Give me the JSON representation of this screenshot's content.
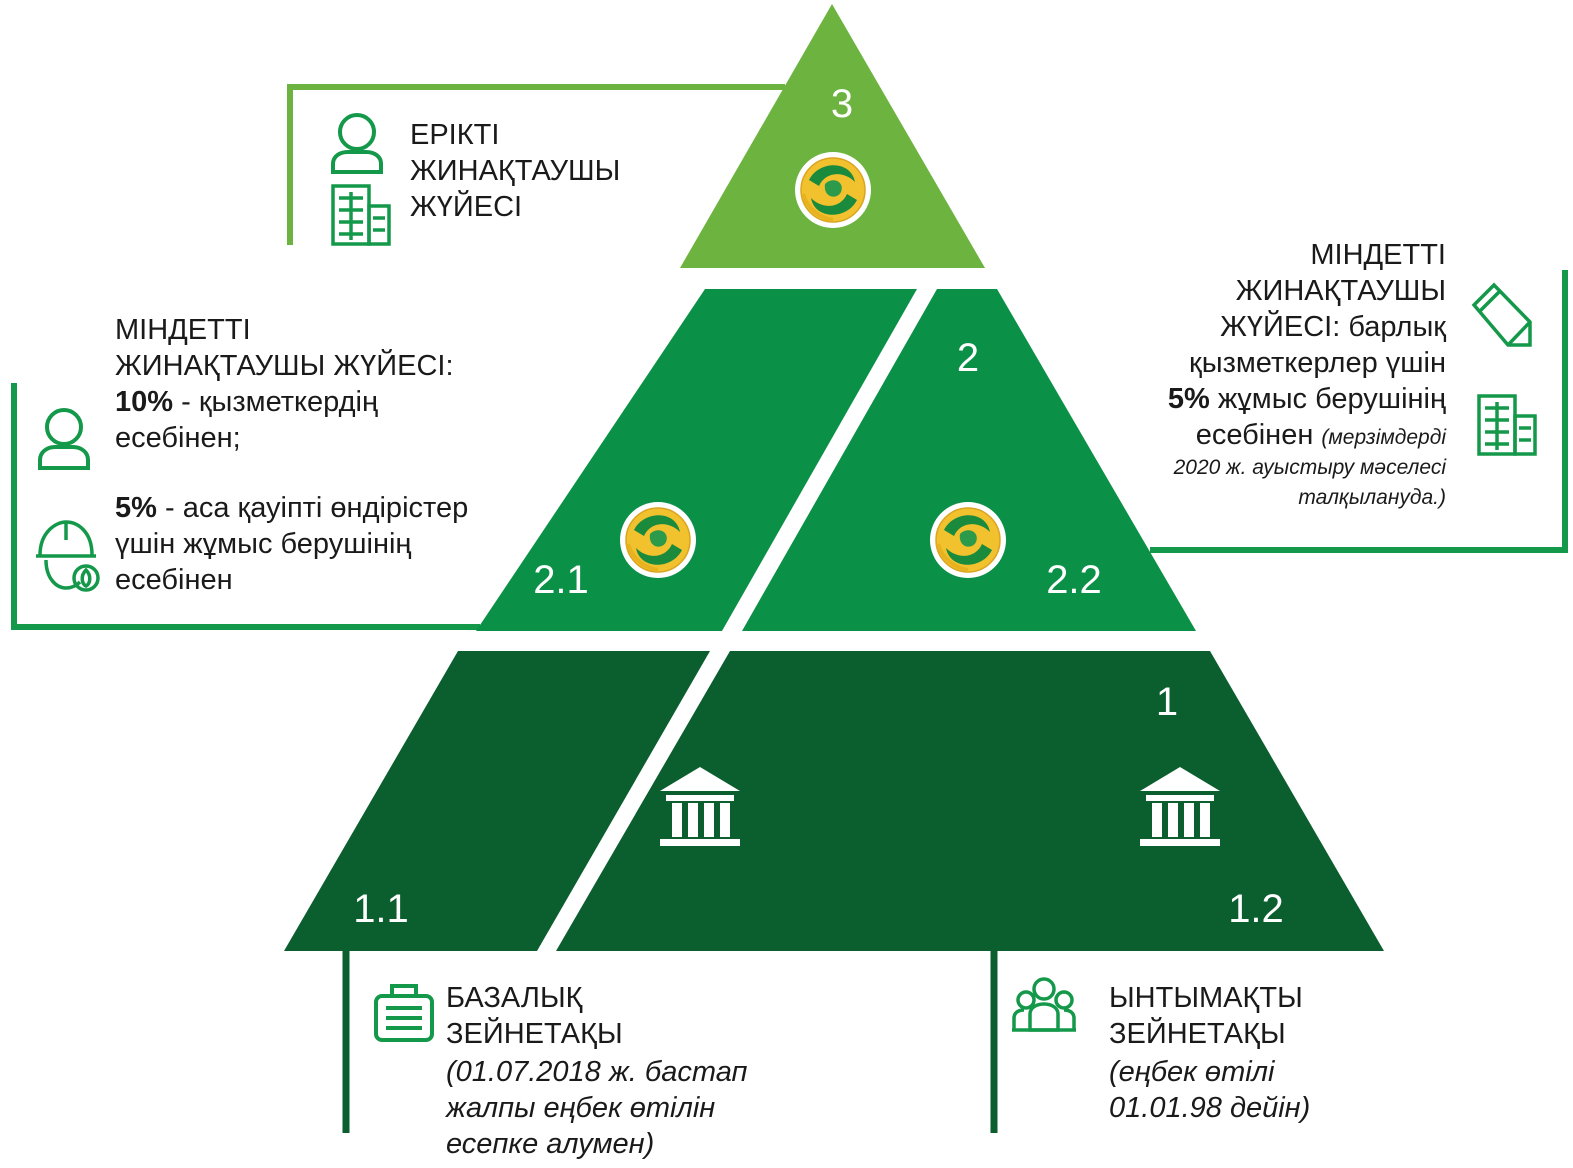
{
  "levels": {
    "level3": {
      "number": "3",
      "title_lines": [
        "ЕРІКТІ",
        "ЖИНАҚТАУШЫ",
        "ЖҮЙЕСІ"
      ]
    },
    "level2": {
      "number": "2",
      "sub_left": "2.1",
      "sub_right": "2.2"
    },
    "level1": {
      "number": "1",
      "sub_left": "1.1",
      "sub_right": "1.2"
    }
  },
  "left_block": {
    "line1": "МІНДЕТТІ",
    "line2": "ЖИНАҚТАУШЫ ЖҮЙЕСІ:",
    "p1_bold": "10%",
    "p1_rest": " - қызметкердің",
    "p1_line2": "есебінен;",
    "p2_bold": "5%",
    "p2_rest": " - аса қауіпті өндірістер",
    "p2_line2": "үшін жұмыс берушінің",
    "p2_line3": "есебінен"
  },
  "right_block": {
    "line1": "МІНДЕТТІ",
    "line2": "ЖИНАҚТАУШЫ",
    "line3": "ЖҮЙЕСІ: барлық",
    "line4": "қызметкерлер үшін",
    "bold": "5%",
    "line5_rest": " жұмыс берушінің",
    "line6": "есебінен",
    "note1": "(мерзімдерді",
    "note2": "2020 ж. ауыстыру мәселесі",
    "note3": "талқылануда.)"
  },
  "bottom_left": {
    "line1": "БАЗАЛЫҚ",
    "line2": "ЗЕЙНЕТАҚЫ",
    "note1": "(01.07.2018 ж. бастап",
    "note2": "жалпы еңбек өтілін",
    "note3": "есепке алумен)"
  },
  "bottom_right": {
    "line1": "ЫНТЫМАҚТЫ",
    "line2": "ЗЕЙНЕТАҚЫ",
    "note1": "(еңбек өтілі",
    "note2": "01.01.98 дейін)"
  },
  "icons": {
    "person": "person-icon",
    "building": "building-icon",
    "helmet": "worker-helmet-icon",
    "pencil": "pencil-icon",
    "bank": "bank-icon",
    "briefcase": "briefcase-icon",
    "group": "people-group-icon",
    "logo": "fund-logo-icon"
  },
  "colors": {
    "top": "#6db33f",
    "middle": "#0a9147",
    "bottom": "#0b5e2e",
    "line_light": "#6db33f",
    "line_mid": "#14984a",
    "line_dark": "#0b5e2e",
    "logo_gold": "#f2c12e",
    "logo_green": "#1a8a3c"
  }
}
